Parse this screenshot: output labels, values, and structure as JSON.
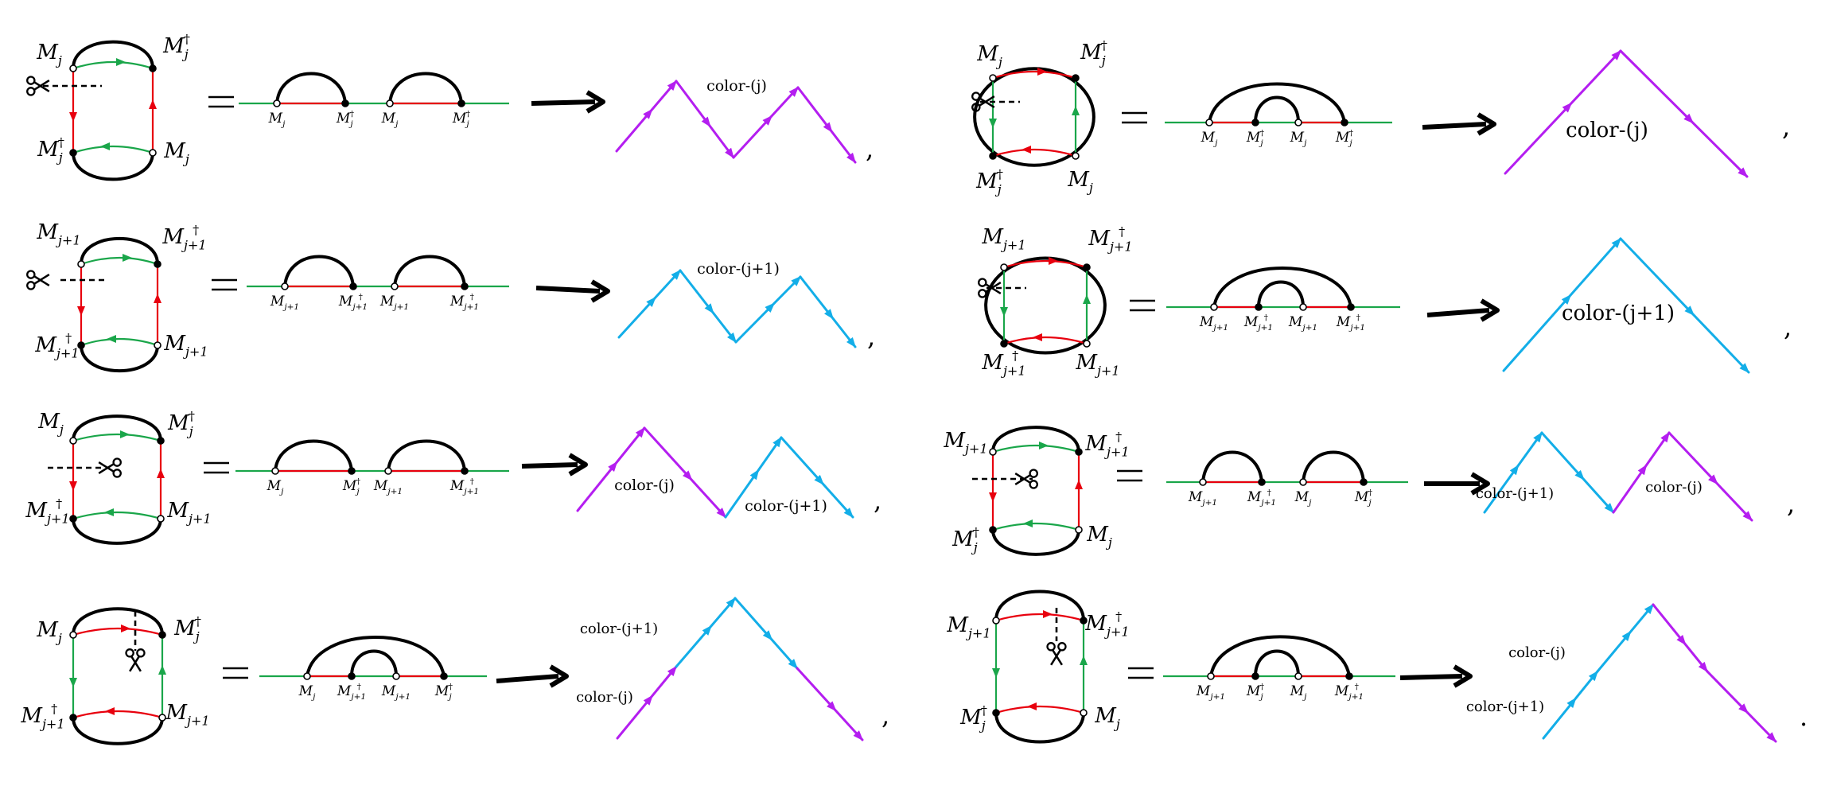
{
  "colors": {
    "red": "#e8000e",
    "green": "#1aa64a",
    "purple": "#b41ef0",
    "cyan": "#13aee8",
    "black": "#000000"
  },
  "icons": {
    "cut": "scissors-icon",
    "arrow": "right-arrow-icon"
  },
  "panels": [
    {
      "corners": [
        "M_j",
        "M_j^†",
        "M_j^†",
        "M_j"
      ],
      "chain": [
        "M_j",
        "M_j^†",
        "M_j",
        "M_j^†"
      ],
      "colors": [
        {
          "text": "color-(j)"
        }
      ],
      "terminator": ","
    },
    {
      "corners": [
        "M_j",
        "M_j^†",
        "M_j^†",
        "M_j"
      ],
      "chain": [
        "M_j",
        "M_j^†",
        "M_j",
        "M_j^†"
      ],
      "colors": [
        {
          "text": "color-(j)"
        }
      ],
      "terminator": ","
    },
    {
      "corners": [
        "M_{j+1}",
        "M_{j+1}^†",
        "M_{j+1}^†",
        "M_{j+1}"
      ],
      "chain": [
        "M_{j+1}",
        "M_{j+1}^†",
        "M_{j+1}",
        "M_{j+1}^†"
      ],
      "colors": [
        {
          "text": "color-(j+1)"
        }
      ],
      "terminator": ","
    },
    {
      "corners": [
        "M_{j+1}",
        "M_{j+1}^†",
        "M_{j+1}^†",
        "M_{j+1}"
      ],
      "chain": [
        "M_{j+1}",
        "M_{j+1}^†",
        "M_{j+1}",
        "M_{j+1}^†"
      ],
      "colors": [
        {
          "text": "color-(j+1)"
        }
      ],
      "terminator": ","
    },
    {
      "corners": [
        "M_j",
        "M_j^†",
        "M_{j+1}^†",
        "M_{j+1}"
      ],
      "chain": [
        "M_j",
        "M_j^†",
        "M_{j+1}",
        "M_{j+1}^†"
      ],
      "colors": [
        {
          "text": "color-(j)"
        },
        {
          "text": "color-(j+1)"
        }
      ],
      "terminator": ","
    },
    {
      "corners": [
        "M_{j+1}",
        "M_{j+1}^†",
        "M_j^†",
        "M_j"
      ],
      "chain": [
        "M_{j+1}",
        "M_{j+1}^†",
        "M_j",
        "M_j^†"
      ],
      "colors": [
        {
          "text": "color-(j+1)"
        },
        {
          "text": "color-(j)"
        }
      ],
      "terminator": ","
    },
    {
      "corners": [
        "M_j",
        "M_j^†",
        "M_{j+1}^†",
        "M_{j+1}"
      ],
      "chain": [
        "M_j",
        "M_{j+1}^†",
        "M_{j+1}",
        "M_j^†"
      ],
      "colors": [
        {
          "text": "color-(j+1)"
        },
        {
          "text": "color-(j)"
        }
      ],
      "terminator": ","
    },
    {
      "corners": [
        "M_{j+1}",
        "M_{j+1}^†",
        "M_j^†",
        "M_j"
      ],
      "chain": [
        "M_{j+1}",
        "M_j^†",
        "M_j",
        "M_{j+1}^†"
      ],
      "colors": [
        {
          "text": "color-(j)"
        },
        {
          "text": "color-(j+1)"
        }
      ],
      "terminator": "."
    }
  ]
}
